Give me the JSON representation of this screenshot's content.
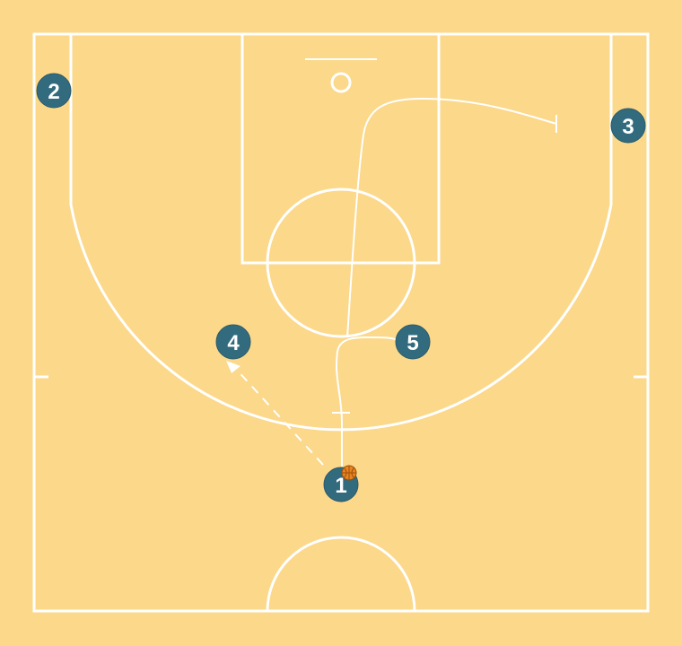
{
  "colors": {
    "court_fill": "#fbd88a",
    "lines": "#ffffff",
    "player_fill": "#336b7e",
    "player_text": "#ffffff",
    "ball": "#e8831f"
  },
  "players": [
    {
      "id": "p1",
      "label": "1",
      "has_ball": true
    },
    {
      "id": "p2",
      "label": "2"
    },
    {
      "id": "p3",
      "label": "3"
    },
    {
      "id": "p4",
      "label": "4"
    },
    {
      "id": "p5",
      "label": "5"
    }
  ],
  "icons": {
    "ball": "basketball-icon"
  }
}
